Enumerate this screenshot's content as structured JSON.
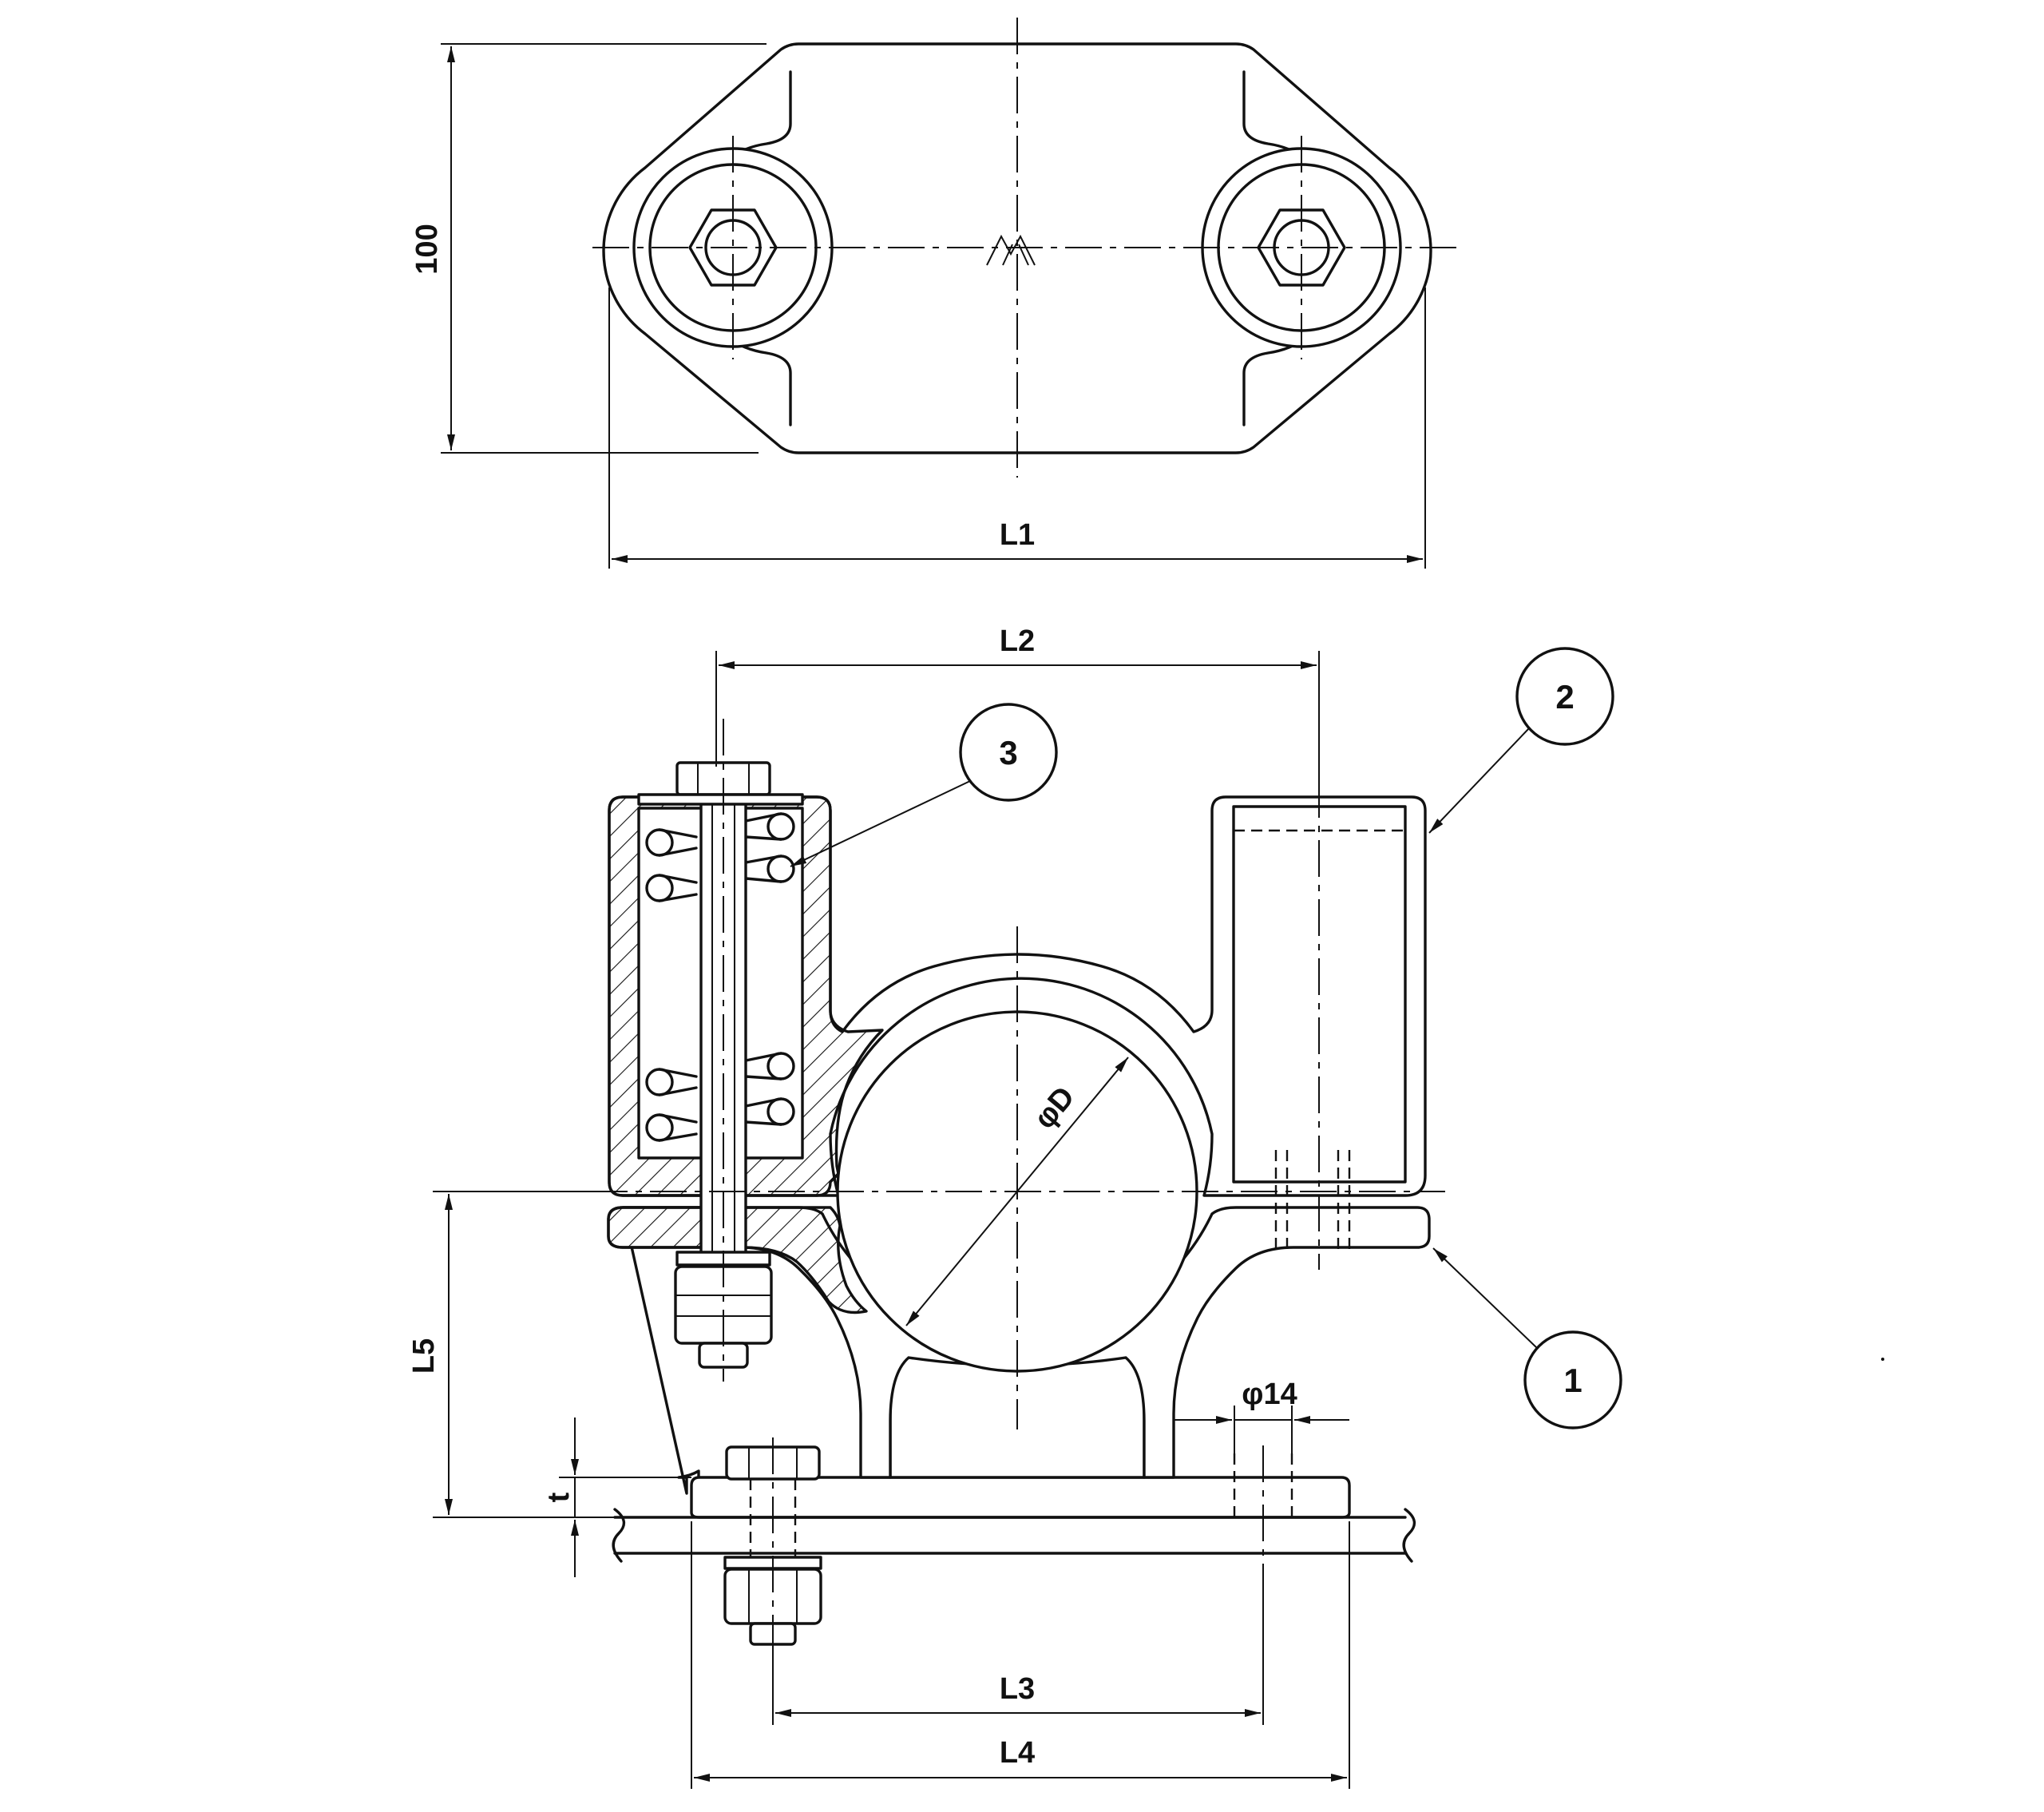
{
  "dimensions": {
    "height": "100",
    "l1": "L1",
    "l2": "L2",
    "l3": "L3",
    "l4": "L4",
    "l5": "L5",
    "t": "t",
    "bore": "φD",
    "hole": "φ14"
  },
  "callouts": [
    "1",
    "2",
    "3"
  ],
  "logo": "AA"
}
